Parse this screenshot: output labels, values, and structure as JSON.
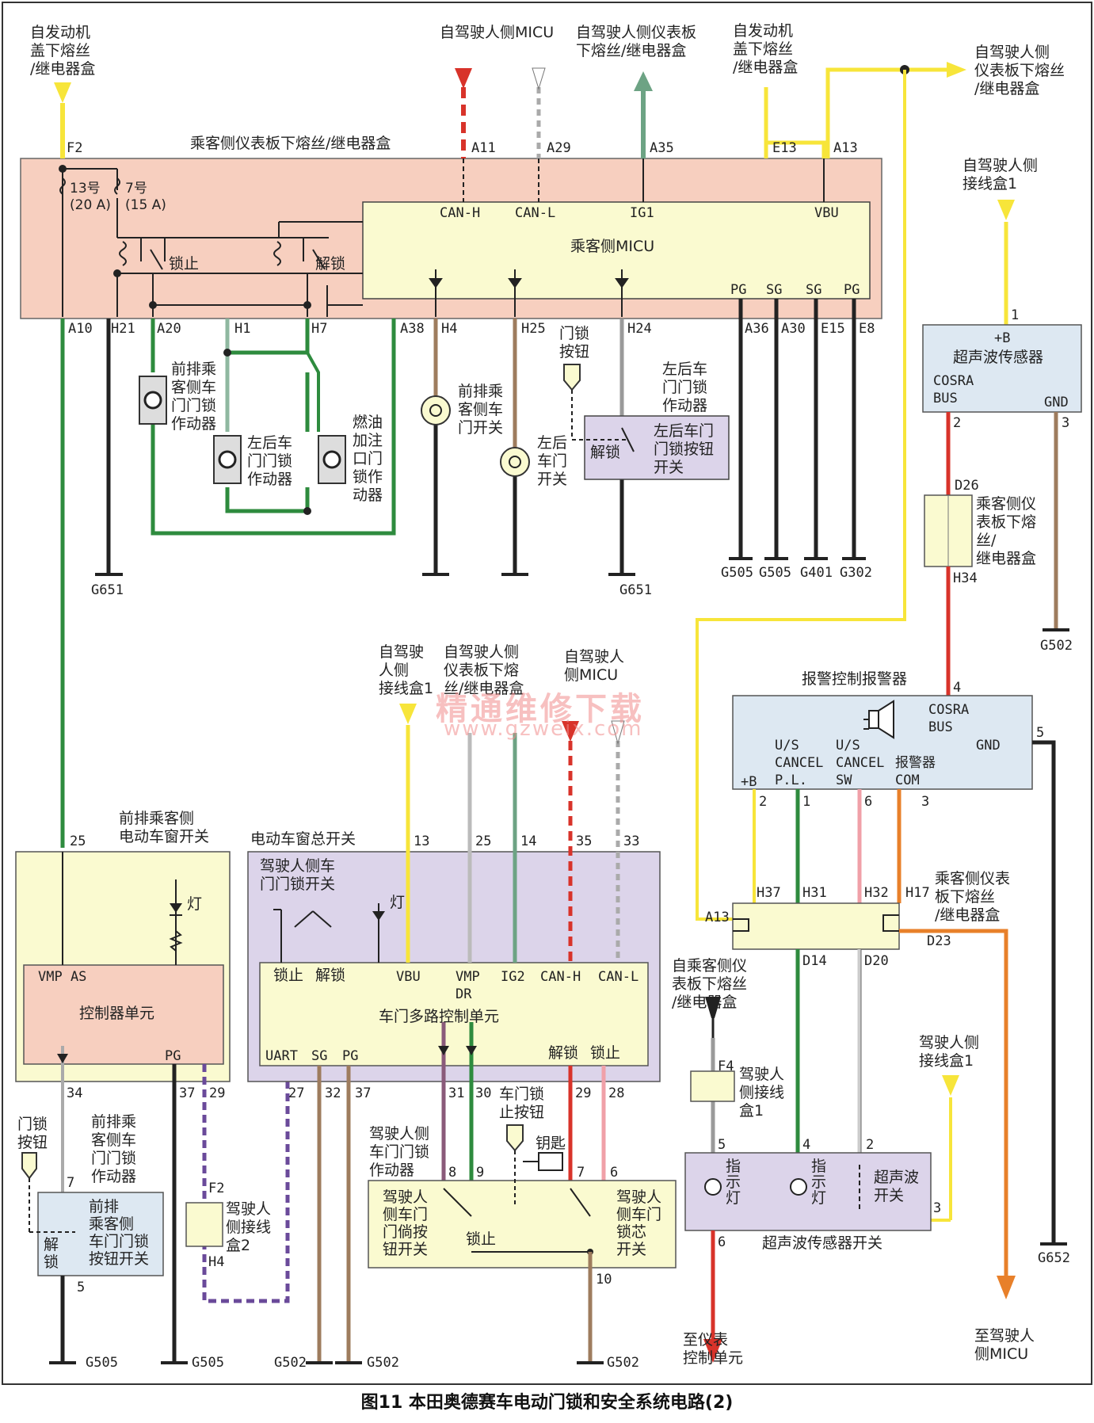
{
  "caption": "图11 本田奥德赛车电动门锁和安全系统电路(2)",
  "watermark": {
    "line1": "精通维修下载",
    "line2": "www.gzweix.com"
  },
  "colors": {
    "yellow": "#f7e53a",
    "green": "#2e8b3e",
    "red": "#d8332a",
    "black": "#222222",
    "brown": "#9e7c5e",
    "gray": "#9a9a9a",
    "pink": "#f0a0a8",
    "orange": "#e8802a",
    "purple": "#6a4a9a",
    "box_pink": "#f7cfbf",
    "box_yellow": "#fafad0",
    "box_lilac": "#dcd4ea",
    "box_blue": "#dde8f2"
  },
  "sources": {
    "engine_box_left": "自发动机\n盖下熔丝\n/继电器盒",
    "driver_micu_top": "自驾驶人侧MICU",
    "driver_panel_top": "自驾驶人侧仪表板\n下熔丝/继电器盒",
    "engine_box_right": "自发动机\n盖下熔丝\n/继电器盒",
    "to_driver_panel": "自驾驶人侧\n仪表板下熔丝\n/继电器盒",
    "driver_jbox1_right": "自驾驶人侧\n接线盒1",
    "driver_jbox1_mid": "自驾驶\n人侧\n接线盒1",
    "driver_panel_mid": "自驾驶人侧\n仪表板下熔\n丝/继电器盒",
    "driver_micu_mid": "自驾驶人\n侧MICU",
    "passenger_panel_src": "自乘客侧仪\n表板下熔丝\n/继电器盒",
    "driver_jbox1_low": "驾驶人侧\n接线盒1",
    "to_meter": "至仪表\n控制单元",
    "to_driver_micu": "至驾驶人\n侧MICU"
  },
  "passenger_fuse_box": {
    "title": "乘客侧仪表板下熔丝/继电器盒",
    "fuse13": "13号\n(20 A)",
    "fuse7": "7号\n(15 A)",
    "relay_lock": "锁止",
    "relay_unlock": "解锁",
    "micu_title": "乘客侧MICU",
    "micu_pins": {
      "can_h": "CAN-H",
      "can_l": "CAN-L",
      "ig1": "IG1",
      "vbu": "VBU",
      "pg1": "PG",
      "sg1": "SG",
      "sg2": "SG",
      "pg2": "PG"
    },
    "top_pins": {
      "f2": "F2",
      "a11": "A11",
      "a29": "A29",
      "a35": "A35",
      "e13": "E13",
      "a13": "A13"
    },
    "bottom_pins": {
      "a10": "A10",
      "h21": "H21",
      "a20": "A20",
      "h1": "H1",
      "h7": "H7",
      "a38": "A38",
      "h4": "H4",
      "h25": "H25",
      "h24": "H24",
      "a36": "A36",
      "a30": "A30",
      "e15": "E15",
      "e8": "E8"
    }
  },
  "upper_components": {
    "front_pass_actuator": "前排乘\n客侧车\n门门锁\n作动器",
    "rear_left_actuator": "左后车\n门门锁\n作动器",
    "fuel_actuator": "燃油\n加注\n口门\n锁作\n动器",
    "front_pass_door_switch": "前排乘\n客侧车\n门开关",
    "rear_left_door_switch": "左后\n车门\n开关",
    "lock_knob": "门锁\n按钮",
    "rear_left_actuator2": "左后车\n门门锁\n作动器",
    "rear_left_knob_switch": "左后车门\n门锁按钮\n开关",
    "unlock": "解锁",
    "pin_1": "1",
    "pin_2": "2",
    "pin_7": "7",
    "pin_5": "5"
  },
  "grounds": {
    "g651a": "G651",
    "g651b": "G651",
    "g505a": "G505",
    "g505b": "G505",
    "g401": "G401",
    "g302": "G302",
    "g502a": "G502",
    "g505c": "G505",
    "g505d": "G505",
    "g502b": "G502",
    "g502c": "G502",
    "g502d": "G502",
    "g652": "G652"
  },
  "ultrasonic_sensor": {
    "title": "超声波传感器",
    "plus_b": "+B",
    "cosra": "COSRA\nBUS",
    "gnd": "GND",
    "pin1": "1",
    "pin2": "2",
    "pin3": "3"
  },
  "d26_box": {
    "title": "乘客侧仪\n表板下熔\n丝/\n继电器盒",
    "d26": "D26",
    "h34": "H34"
  },
  "alarm": {
    "title": "报警控制报警器",
    "cosra": "COSRA\nBUS",
    "gnd": "GND",
    "plus_b": "+B",
    "us_cancel_pl": "U/S\nCANCEL\nP.L.",
    "us_cancel_sw": "U/S\nCANCEL\nSW",
    "alarm_com": "报警器\nCOM",
    "pin2": "2",
    "pin1": "1",
    "pin6": "6",
    "pin3": "3",
    "pin4": "4",
    "pin5": "5"
  },
  "mid_fuse_box": {
    "title": "乘客侧仪表\n板下熔丝\n/继电器盒",
    "h37": "H37",
    "h31": "H31",
    "h32": "H32",
    "h17": "H17",
    "a13": "A13",
    "d23": "D23",
    "d14": "D14",
    "d20": "D20"
  },
  "window_switch": {
    "title": "前排乘客侧\n电动车窗开关",
    "ctrl": "控制器单元",
    "vmp_as": "VMP AS",
    "pg": "PG",
    "lamp": "灯",
    "pin25": "25",
    "pin34": "34",
    "pin37": "37",
    "pin29": "29"
  },
  "master_switch": {
    "title": "电动车窗总开关",
    "door_switch": "驾驶人侧车\n门门锁开关",
    "lamp": "灯",
    "unit": "车门多路控制单元",
    "lock": "锁止",
    "unlock": "解锁",
    "vbu": "VBU",
    "vmp_dr": "VMP\nDR",
    "ig2": "IG2",
    "can_h": "CAN-H",
    "can_l": "CAN-L",
    "uart": "UART",
    "sg": "SG",
    "pg": "PG",
    "unlock2": "解锁",
    "lock2": "锁止",
    "pin13": "13",
    "pin25": "25",
    "pin14": "14",
    "pin35": "35",
    "pin33": "33",
    "pin27": "27",
    "pin32": "32",
    "pin37": "37",
    "pin31": "31",
    "pin30": "30",
    "pin29": "29",
    "pin28": "28"
  },
  "lower_left": {
    "lock_knob": "门锁\n按钮",
    "actuator": "前排乘\n客侧车\n门门锁\n作动器",
    "knob_switch": "前排\n乘客侧\n车门门锁\n按钮开关",
    "unlock": "解\n锁",
    "pin7": "7",
    "pin5": "5",
    "jbox2": "驾驶人\n侧接线\n盒2",
    "f2": "F2",
    "h4": "H4"
  },
  "driver_door": {
    "actuator": "驾驶人侧\n车门门锁\n作动器",
    "sw_left": "驾驶人\n侧车门\n门倘按\n钮开关",
    "lock": "锁止",
    "sw_right": "驾驶人\n侧车门\n锁芯\n开关",
    "key_button": "车门锁\n止按钮",
    "key": "钥匙",
    "pin8": "8",
    "pin9": "9",
    "pin7": "7",
    "pin6": "6",
    "pin10": "10"
  },
  "us_switch": {
    "title": "超声波传感器开关",
    "indicator1": "指\n示\n灯",
    "indicator2": "指\n示\n灯",
    "us_switch": "超声波\n开关",
    "f4": "F4",
    "jbox1": "驾驶人\n侧接线\n盒1",
    "pin5": "5",
    "pin4": "4",
    "pin2": "2",
    "pin3": "3",
    "pin6": "6"
  }
}
